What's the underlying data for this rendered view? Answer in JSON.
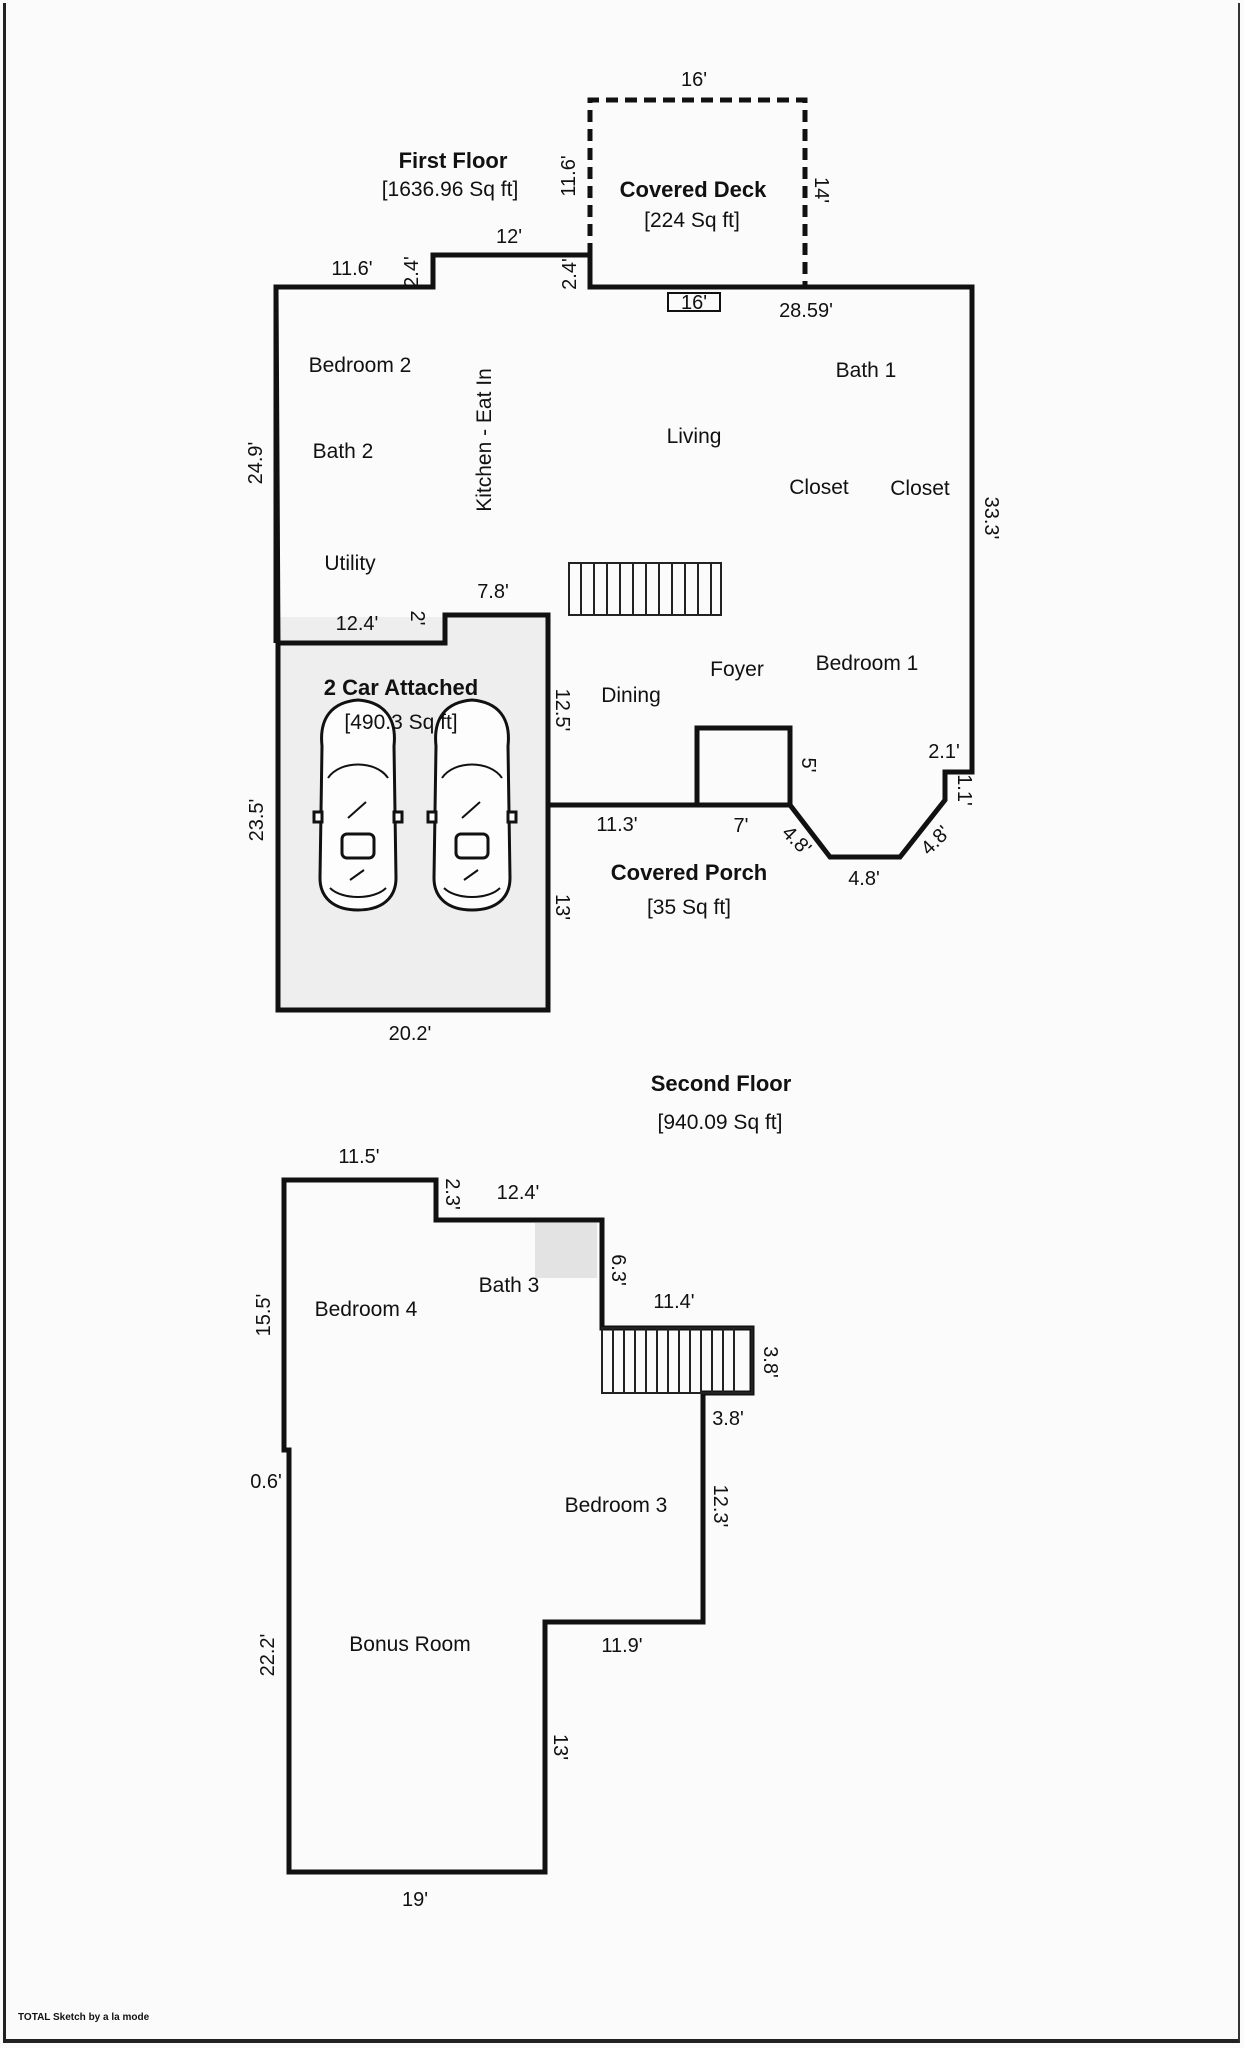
{
  "first_floor": {
    "title": "First Floor",
    "area": "[1636.96 Sq ft]",
    "rooms": {
      "bedroom2": "Bedroom 2",
      "bath2": "Bath 2",
      "kitchen": "Kitchen - Eat In",
      "utility": "Utility",
      "living": "Living",
      "bath1": "Bath 1",
      "closet_a": "Closet",
      "closet_b": "Closet",
      "foyer": "Foyer",
      "bedroom1": "Bedroom 1",
      "dining": "Dining"
    },
    "dims": {
      "top_left": "11.6'",
      "step_left": "2.4'",
      "top_mid": "12'",
      "step_deck": "2.4'",
      "deck_inner": "16'",
      "top_right": "28.59'",
      "left": "24.9'",
      "right": "33.3'",
      "utility_bottom": "12.4'",
      "garage_step": "2'",
      "garage_top": "7.8'",
      "garage_inner": "12.5'",
      "porch_left": "11.3'",
      "porch_notch": "7'",
      "porch_side": "5'",
      "bay_left": "4.8'",
      "bay_bottom": "4.8'",
      "bay_right": "4.8'",
      "bay_top": "2.1'",
      "bay_step": "1.1'"
    }
  },
  "covered_deck": {
    "title": "Covered Deck",
    "area": "[224 Sq ft]",
    "width": "16'",
    "left": "11.6'",
    "right": "14'"
  },
  "garage": {
    "title": "2 Car Attached",
    "area": "[490.3 Sq ft]",
    "left": "23.5'",
    "right": "13'",
    "bottom": "20.2'"
  },
  "covered_porch": {
    "title": "Covered Porch",
    "area": "[35 Sq ft]"
  },
  "second_floor": {
    "title": "Second Floor",
    "area": "[940.09 Sq ft]",
    "rooms": {
      "bedroom4": "Bedroom 4",
      "bath3": "Bath 3",
      "bedroom3": "Bedroom 3",
      "bonus": "Bonus Room"
    },
    "dims": {
      "top_left": "11.5'",
      "step1": "2.3'",
      "top_mid": "12.4'",
      "step2": "6.3'",
      "stair_top": "11.4'",
      "stair_side": "3.8'",
      "stair_bottom": "3.8'",
      "bed3_right": "12.3'",
      "bed3_bottom": "11.9'",
      "bonus_right": "13'",
      "bottom": "19'",
      "left_upper": "15.5'",
      "left_jog": "0.6'",
      "left_lower": "22.2'"
    }
  },
  "credit": "TOTAL Sketch by a la mode",
  "colors": {
    "line": "#111111",
    "background": "#fbfbfb",
    "garage_fill": "#eeeeee"
  }
}
